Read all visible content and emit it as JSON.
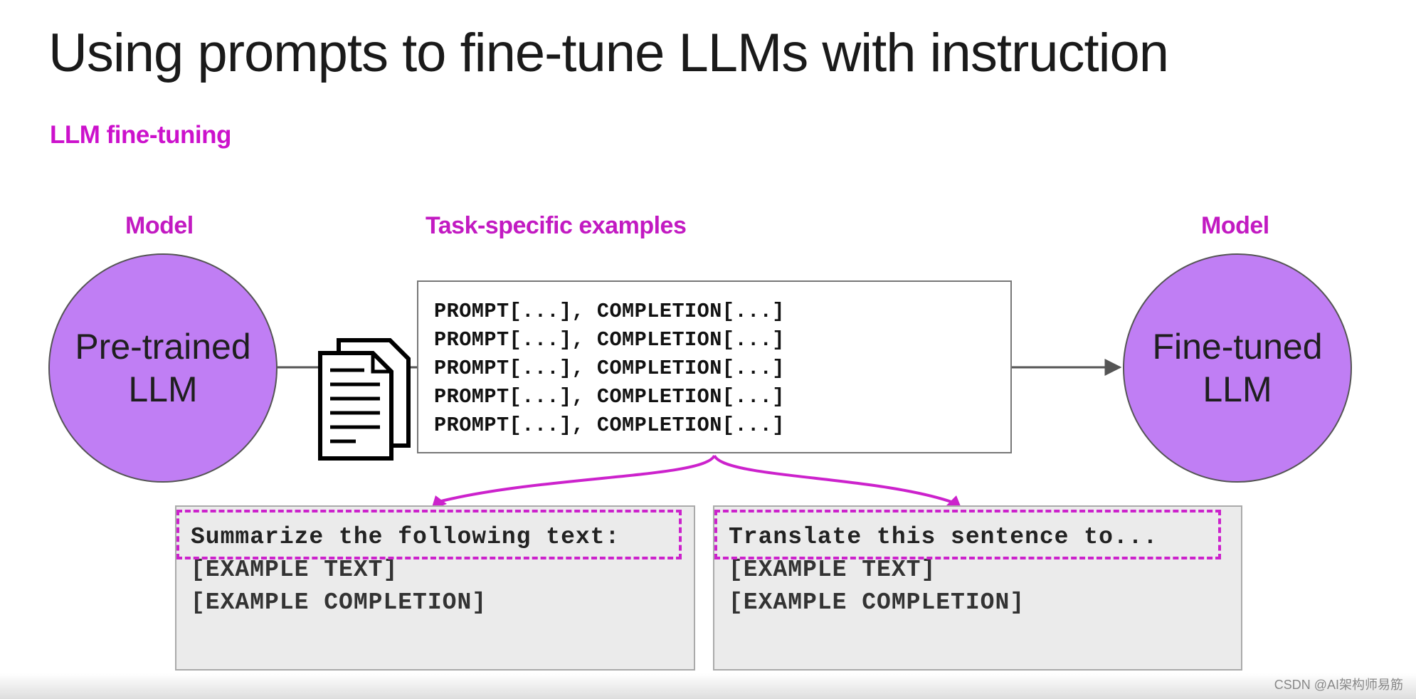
{
  "title": "Using prompts to fine-tune LLMs with instruction",
  "subtitle": "LLM fine-tuning",
  "left_model": {
    "label": "Model",
    "name": "Pre-trained\nLLM"
  },
  "right_model": {
    "label": "Model",
    "name": "Fine-tuned\nLLM"
  },
  "examples": {
    "label": "Task-specific examples",
    "lines": [
      "PROMPT[...], COMPLETION[...]",
      "PROMPT[...], COMPLETION[...]",
      "PROMPT[...], COMPLETION[...]",
      "PROMPT[...], COMPLETION[...]",
      "PROMPT[...], COMPLETION[...]"
    ]
  },
  "summarize_example": {
    "instruction": "Summarize the following text:",
    "text": "[EXAMPLE TEXT]",
    "completion": "[EXAMPLE COMPLETION]"
  },
  "translate_example": {
    "instruction": "Translate this sentence to...",
    "text": "[EXAMPLE TEXT]",
    "completion": "[EXAMPLE COMPLETION]"
  },
  "watermark": "CSDN @AI架构师易筋",
  "colors": {
    "accent_purple": "#cc11cc",
    "circle_fill": "#c07ef4",
    "arrow_gray": "#555555"
  },
  "icons": {
    "documents": "documents-icon"
  }
}
